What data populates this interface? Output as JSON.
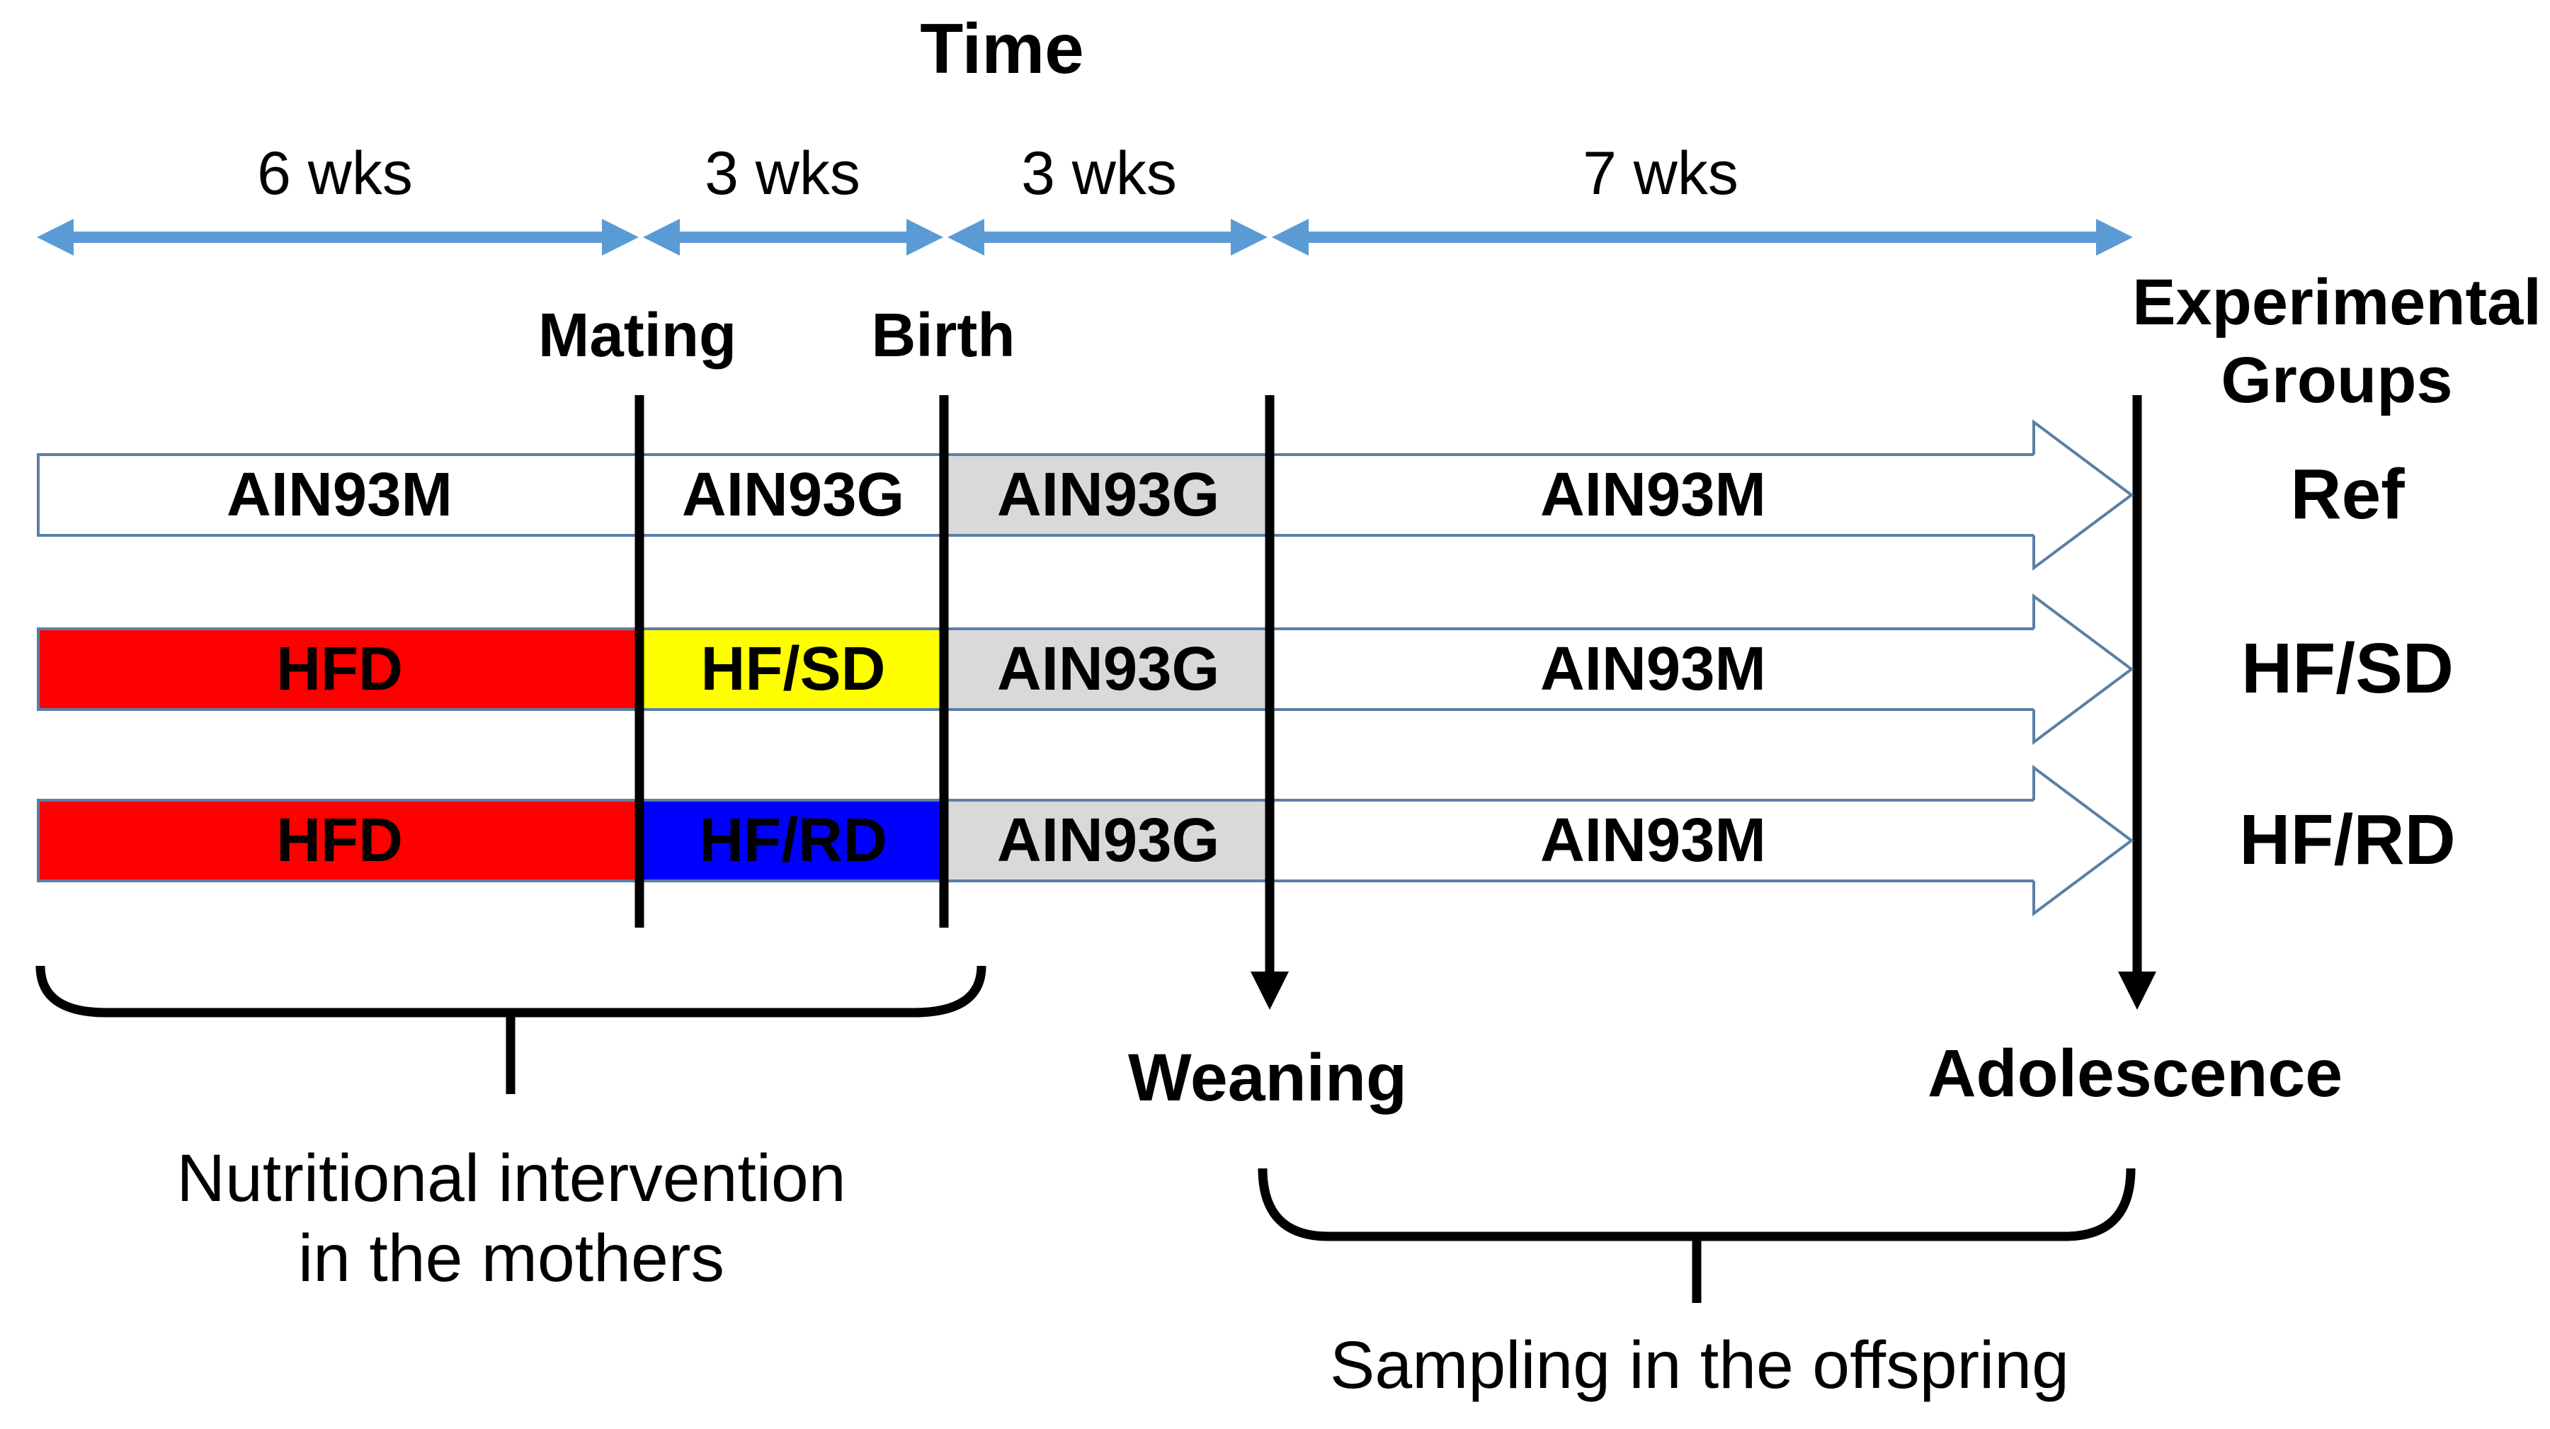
{
  "title": "Time",
  "time_axis": {
    "intervals": [
      {
        "label": "6 wks"
      },
      {
        "label": "3 wks"
      },
      {
        "label": "3 wks"
      },
      {
        "label": "7 wks"
      }
    ]
  },
  "events": {
    "mating": "Mating",
    "birth": "Birth",
    "weaning": "Weaning",
    "adolescence": "Adolescence"
  },
  "groups_header": {
    "line1": "Experimental",
    "line2": "Groups"
  },
  "rows": [
    {
      "group": "Ref",
      "segments": [
        {
          "label": "AIN93M",
          "color": "#FFFFFF"
        },
        {
          "label": "AIN93G",
          "color": "#FFFFFF"
        },
        {
          "label": "AIN93G",
          "color": "#D9D9D9"
        },
        {
          "label": "AIN93M",
          "color": "#FFFFFF"
        }
      ]
    },
    {
      "group": "HF/SD",
      "segments": [
        {
          "label": "HFD",
          "color": "#FF0000"
        },
        {
          "label": "HF/SD",
          "color": "#FFFF00"
        },
        {
          "label": "AIN93G",
          "color": "#D9D9D9"
        },
        {
          "label": "AIN93M",
          "color": "#FFFFFF"
        }
      ]
    },
    {
      "group": "HF/RD",
      "segments": [
        {
          "label": "HFD",
          "color": "#FF0000"
        },
        {
          "label": "HF/RD",
          "color": "#0000FF"
        },
        {
          "label": "AIN93G",
          "color": "#D9D9D9"
        },
        {
          "label": "AIN93M",
          "color": "#FFFFFF"
        }
      ]
    }
  ],
  "annotations": {
    "mothers_bracket": {
      "line1": "Nutritional intervention",
      "line2": "in the mothers"
    },
    "offspring_bracket": {
      "label": "Sampling in the offspring"
    }
  },
  "colors": {
    "timeline_blue": "#5B9BD5",
    "bar_border": "#5B7FA6",
    "marker_black": "#000000",
    "segment_gray": "#D9D9D9",
    "segment_red": "#FF0000",
    "segment_yellow": "#FFFF00",
    "segment_blue": "#0000FF",
    "segment_white": "#FFFFFF"
  }
}
